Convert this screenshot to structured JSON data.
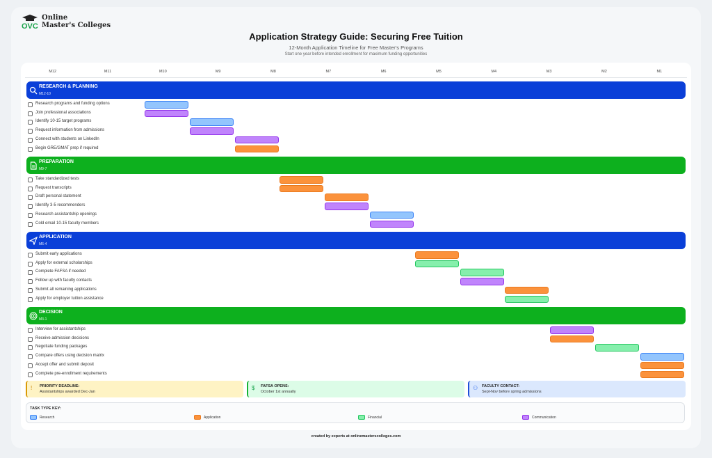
{
  "logo": {
    "line1": "Online",
    "line2": "Master's Colleges"
  },
  "header": {
    "title": "Application Strategy Guide: Securing Free Tuition",
    "subtitle": "12-Month Application Timeline for Free Master's Programs",
    "note": "Start one year before intended enrollment for maximum funding opportunities"
  },
  "months": [
    "M12",
    "M11",
    "M10",
    "M9",
    "M8",
    "M7",
    "M6",
    "M5",
    "M4",
    "M3",
    "M2",
    "M1"
  ],
  "colors": {
    "research": "#93c5fd",
    "application": "#fb923c",
    "financial": "#86efac",
    "communication": "#c084fc"
  },
  "sections": [
    {
      "name": "RESEARCH & PLANNING",
      "range": "M12-10",
      "icon": "search-icon",
      "color": "blue",
      "tasks": [
        {
          "label": "Research programs and funding options",
          "type": "research",
          "slot": 0
        },
        {
          "label": "Join professional associations",
          "type": "communication",
          "slot": 0
        },
        {
          "label": "Identify 10-15 target programs",
          "type": "research",
          "slot": 1
        },
        {
          "label": "Request information from admissions",
          "type": "communication",
          "slot": 1
        },
        {
          "label": "Connect with students on LinkedIn",
          "type": "communication",
          "slot": 2
        },
        {
          "label": "Begin GRE/GMAT prep if required",
          "type": "application",
          "slot": 2
        }
      ]
    },
    {
      "name": "PREPARATION",
      "range": "M9-7",
      "icon": "document-icon",
      "color": "green",
      "tasks": [
        {
          "label": "Take standardized tests",
          "type": "application",
          "slot": 3
        },
        {
          "label": "Request transcripts",
          "type": "application",
          "slot": 3
        },
        {
          "label": "Draft personal statement",
          "type": "application",
          "slot": 4
        },
        {
          "label": "Identify 3-5 recommenders",
          "type": "communication",
          "slot": 4
        },
        {
          "label": "Research assistantship openings",
          "type": "research",
          "slot": 5
        },
        {
          "label": "Cold email 10-15 faculty members",
          "type": "communication",
          "slot": 5
        }
      ]
    },
    {
      "name": "APPLICATION",
      "range": "M6-4",
      "icon": "send-icon",
      "color": "blue",
      "tasks": [
        {
          "label": "Submit early applications",
          "type": "application",
          "slot": 6
        },
        {
          "label": "Apply for external scholarships",
          "type": "financial",
          "slot": 6
        },
        {
          "label": "Complete FAFSA if needed",
          "type": "financial",
          "slot": 7
        },
        {
          "label": "Follow up with faculty contacts",
          "type": "communication",
          "slot": 7
        },
        {
          "label": "Submit all remaining applications",
          "type": "application",
          "slot": 8
        },
        {
          "label": "Apply for employer tuition assistance",
          "type": "financial",
          "slot": 8
        }
      ]
    },
    {
      "name": "DECISION",
      "range": "M3-1",
      "icon": "target-icon",
      "color": "green",
      "tasks": [
        {
          "label": "Interview for assistantships",
          "type": "communication",
          "slot": 9
        },
        {
          "label": "Receive admission decisions",
          "type": "application",
          "slot": 9
        },
        {
          "label": "Negotiate funding packages",
          "type": "financial",
          "slot": 10
        },
        {
          "label": "Compare offers using decision matrix",
          "type": "research",
          "slot": 11
        },
        {
          "label": "Accept offer and submit deposit",
          "type": "application",
          "slot": 11
        },
        {
          "label": "Complete pre-enrollment requirements",
          "type": "application",
          "slot": 11
        }
      ]
    }
  ],
  "notes": [
    {
      "title": "PRIORITY DEADLINE:",
      "body": "Assistantships awarded Dec-Jan",
      "icon": "!"
    },
    {
      "title": "FAFSA OPENS:",
      "body": "October 1st annually",
      "icon": "$"
    },
    {
      "title": "FACULTY CONTACT:",
      "body": "Sept-Nov before spring admissions",
      "icon": "⚇"
    }
  ],
  "key": {
    "title": "TASK TYPE KEY:",
    "items": [
      {
        "label": "Research",
        "type": "research"
      },
      {
        "label": "Application",
        "type": "application"
      },
      {
        "label": "Financial",
        "type": "financial"
      },
      {
        "label": "Communication",
        "type": "communication"
      }
    ]
  },
  "footer": "created by experts at onlinemasterscolleges.com"
}
